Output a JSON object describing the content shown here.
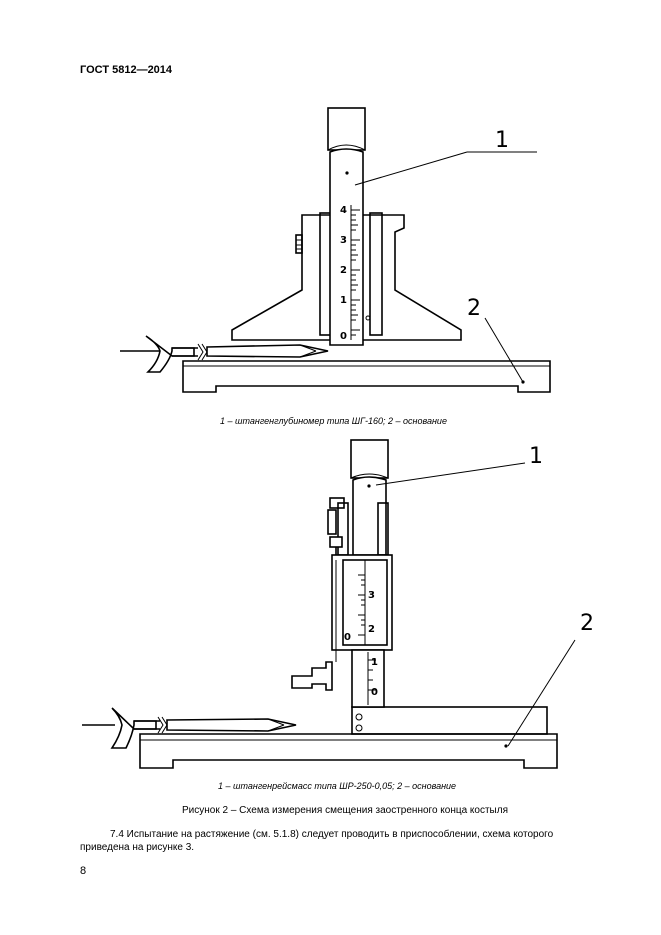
{
  "header": {
    "doc_code": "ГОСТ 5812—2014"
  },
  "figure_top": {
    "label_1": "1",
    "label_2": "2",
    "scale_digits": [
      "4",
      "3",
      "2",
      "1",
      "0"
    ],
    "caption": "1 – штангенглубиномер типа ШГ-160; 2 – основание"
  },
  "figure_bottom": {
    "label_1": "1",
    "label_2": "2",
    "scale_digits_upper": [
      "3",
      "2",
      "0"
    ],
    "scale_digits_lower": [
      "1",
      "0"
    ],
    "caption": "1 – штангенрейсмасс типа ШР-250-0,05; 2 – основание"
  },
  "figure_title": "Рисунок 2 – Схема измерения смещения заостренного конца костыля",
  "paragraph": {
    "line1": "7.4 Испытание на растяжение (см. 5.1.8) следует проводить в приспособлении, схема которого",
    "line2": "приведена на рисунке 3."
  },
  "page_number": "8"
}
